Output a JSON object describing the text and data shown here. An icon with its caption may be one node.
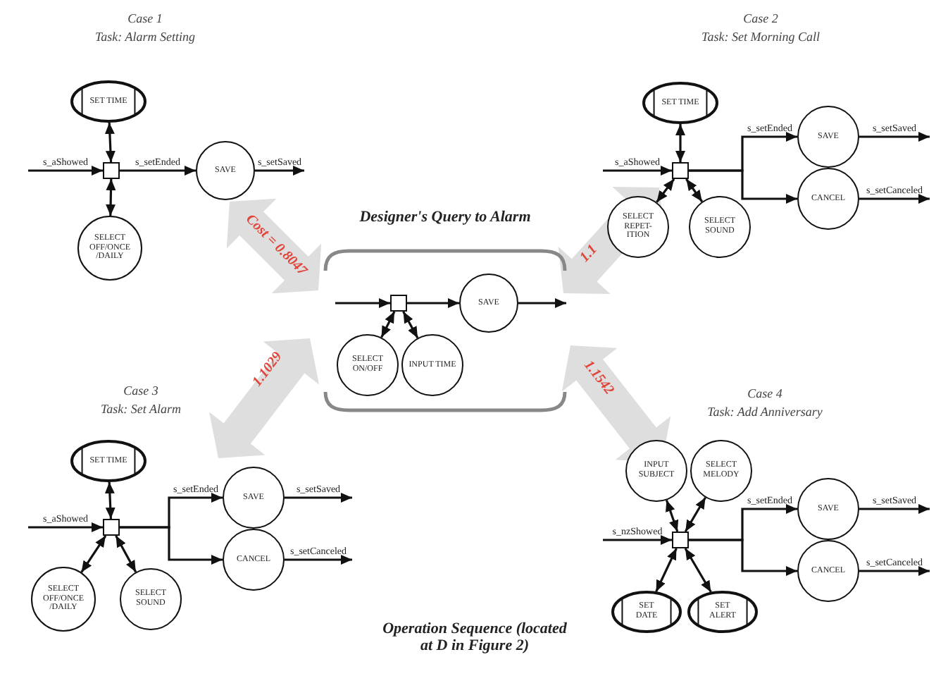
{
  "diagram": {
    "caption": "Operation Sequence (located at D in Figure 2)",
    "nodes": [
      {
        "text": [
          "SET TIME"
        ]
      },
      {
        "text": [],
        "shape": "box"
      },
      {
        "text": [
          "SAVE"
        ]
      },
      {
        "text": [
          "SELECT OFF/ONCE /DAILY"
        ]
      },
      {
        "text": [
          "SET TIME"
        ]
      },
      {
        "text": [],
        "shape": "box"
      },
      {
        "text": [
          "SAVE"
        ]
      },
      {
        "text": [
          "CANCEL"
        ]
      },
      {
        "text": [
          "SELECT REPET- ITION"
        ]
      },
      {
        "text": [
          "SELECT SOUND"
        ]
      },
      {
        "text": [
          "Designer's Query to Alarm"
        ]
      },
      {
        "text": [],
        "shape": "box",
        "in": 10
      },
      {
        "text": [
          "SAVE"
        ],
        "in": 10
      },
      {
        "text": [
          "SELECT ON/OFF"
        ],
        "in": 10
      },
      {
        "text": [
          "INPUT TIME"
        ],
        "in": 10
      },
      {
        "text": [
          "SET TIME"
        ]
      },
      {
        "text": [],
        "shape": "box"
      },
      {
        "text": [
          "SAVE"
        ]
      },
      {
        "text": [
          "CANCEL"
        ]
      },
      {
        "text": [
          "SELECT OFF/ONCE /DAILY"
        ]
      },
      {
        "text": [
          "SELECT SOUND"
        ]
      },
      {
        "text": [
          "INPUT SUBJECT"
        ]
      },
      {
        "text": [
          "SELECT MELODY"
        ]
      },
      {
        "text": [],
        "shape": "box"
      },
      {
        "text": [
          "SAVE"
        ]
      },
      {
        "text": [
          "CANCEL"
        ]
      },
      {
        "text": [
          "SET DATE"
        ]
      },
      {
        "text": [
          "SET ALERT"
        ]
      }
    ],
    "edges": [
      {
        "from": null,
        "to": 1,
        "arrow": "to",
        "label": "s_aShowed"
      },
      {
        "from": 1,
        "to": 0,
        "arrow": "both"
      },
      {
        "from": 1,
        "to": 2,
        "arrow": "to",
        "label": "s_setEnded"
      },
      {
        "from": 2,
        "to": null,
        "arrow": "to",
        "label": "s_setSaved"
      },
      {
        "from": 1,
        "to": 3,
        "arrow": "both"
      },
      {
        "from": null,
        "to": 5,
        "arrow": "to",
        "label": "s_aShowed"
      },
      {
        "from": 5,
        "to": 4,
        "arrow": "both"
      },
      {
        "from": 5,
        "to": 6,
        "arrow": "to",
        "label": "s_setEnded"
      },
      {
        "from": 5,
        "to": 7,
        "arrow": "to"
      },
      {
        "from": 6,
        "to": null,
        "arrow": "to",
        "label": "s_setSaved"
      },
      {
        "from": 7,
        "to": null,
        "arrow": "to",
        "label": "s_setCanceled"
      },
      {
        "from": 5,
        "to": 8,
        "arrow": "both"
      },
      {
        "from": 5,
        "to": 9,
        "arrow": "both"
      },
      {
        "from": null,
        "to": 11,
        "arrow": "to"
      },
      {
        "from": 11,
        "to": 12,
        "arrow": "to"
      },
      {
        "from": 12,
        "to": null,
        "arrow": "to"
      },
      {
        "from": 11,
        "to": 13,
        "arrow": "both"
      },
      {
        "from": 11,
        "to": 14,
        "arrow": "both"
      },
      {
        "from": null,
        "to": 16,
        "arrow": "to",
        "label": "s_aShowed"
      },
      {
        "from": 16,
        "to": 15,
        "arrow": "both"
      },
      {
        "from": 16,
        "to": 17,
        "arrow": "to",
        "label": "s_setEnded"
      },
      {
        "from": 16,
        "to": 18,
        "arrow": "to"
      },
      {
        "from": 17,
        "to": null,
        "arrow": "to",
        "label": "s_setSaved"
      },
      {
        "from": 18,
        "to": null,
        "arrow": "to",
        "label": "s_setCanceled"
      },
      {
        "from": 16,
        "to": 19,
        "arrow": "both"
      },
      {
        "from": 16,
        "to": 20,
        "arrow": "both"
      },
      {
        "from": null,
        "to": 23,
        "arrow": "to",
        "label": "s_nzShowed"
      },
      {
        "from": 23,
        "to": 21,
        "arrow": "both"
      },
      {
        "from": 23,
        "to": 22,
        "arrow": "both"
      },
      {
        "from": 23,
        "to": 24,
        "arrow": "to",
        "label": "s_setEnded"
      },
      {
        "from": 23,
        "to": 25,
        "arrow": "to"
      },
      {
        "from": 24,
        "to": null,
        "arrow": "to",
        "label": "s_setSaved"
      },
      {
        "from": 25,
        "to": null,
        "arrow": "to",
        "label": "s_setCanceled"
      },
      {
        "from": 23,
        "to": 26,
        "arrow": "both"
      },
      {
        "from": 23,
        "to": 27,
        "arrow": "both"
      }
    ],
    "labels": [
      "Case 1",
      "Task: Alarm Setting",
      "Case 2",
      "Task: Set Morning Call",
      "Cost = 0.8047",
      "1.1",
      "1.1029",
      "1.1542",
      "Case 3",
      "Task: Set Alarm",
      "Case 4",
      "Task: Add Anniversary"
    ]
  }
}
